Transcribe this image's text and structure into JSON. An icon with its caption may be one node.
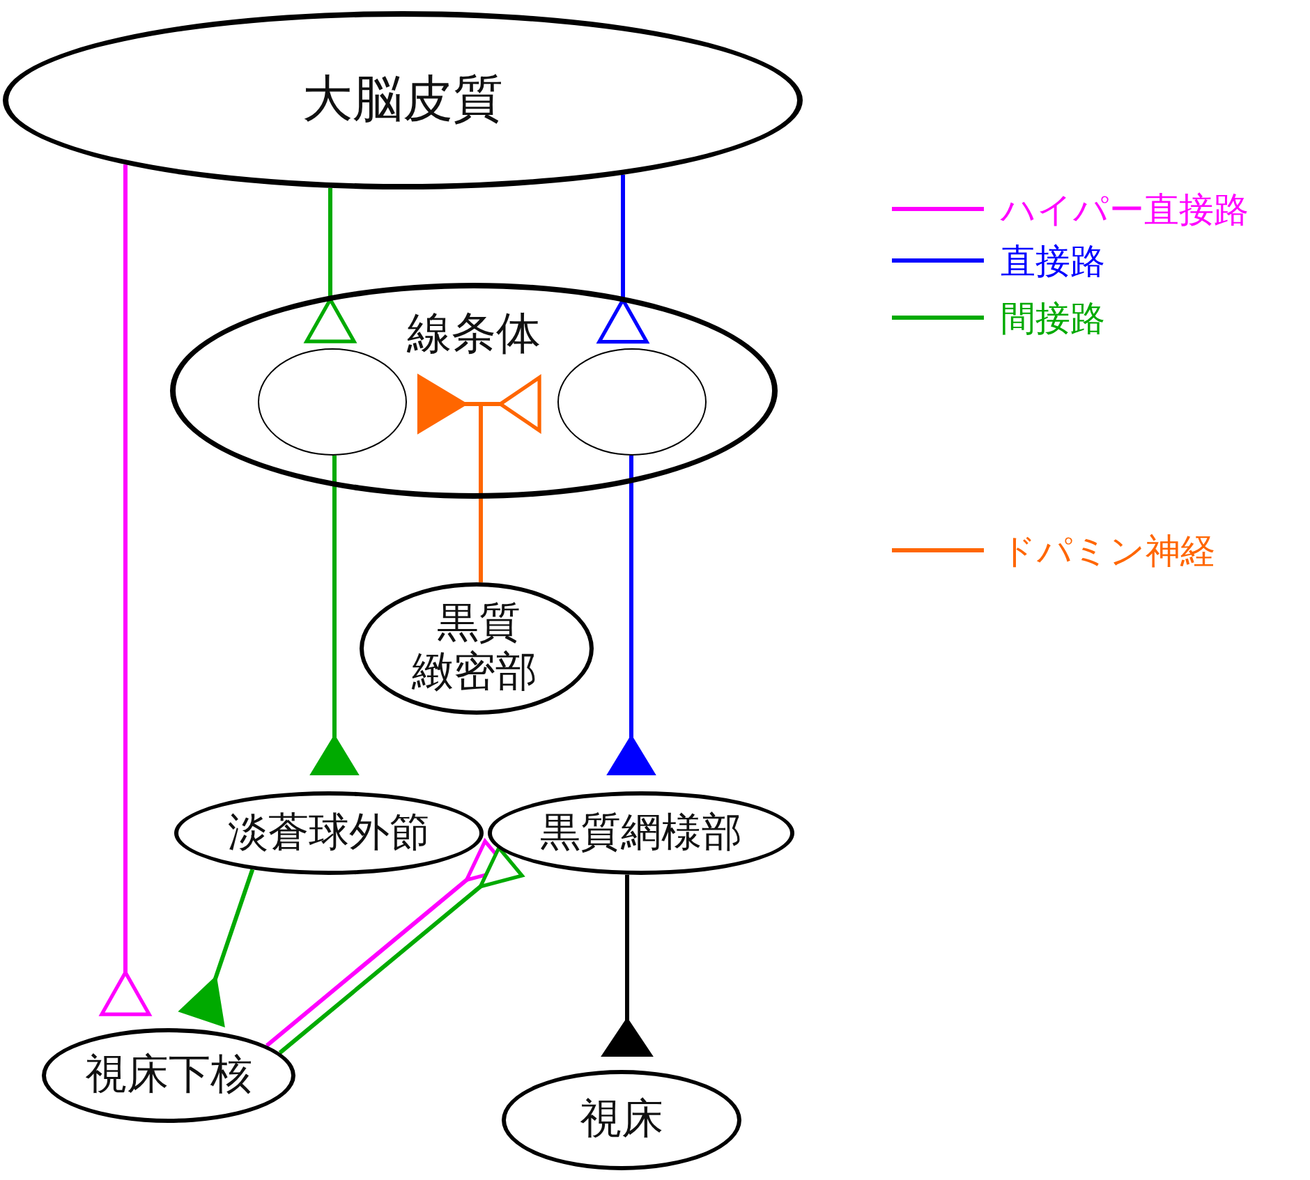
{
  "diagram": {
    "nodes": [
      {
        "text": [
          "大脳皮質"
        ]
      },
      {
        "text": [
          "線条体"
        ]
      },
      {
        "text": [],
        "shape": "circle",
        "in": 1
      },
      {
        "text": [],
        "shape": "circle",
        "in": 1
      },
      {
        "text": [
          "黒質緻密部"
        ]
      },
      {
        "text": [
          "淡蒼球外節"
        ]
      },
      {
        "text": [
          "黒質網様部"
        ]
      },
      {
        "text": [
          "視床下核"
        ]
      },
      {
        "text": [
          "視床"
        ]
      }
    ],
    "edges": [
      {
        "from": 0,
        "to": 2,
        "arrow": "other",
        "color": "#00aa00"
      },
      {
        "from": 0,
        "to": 3,
        "arrow": "other",
        "color": "#0000ff"
      },
      {
        "from": 0,
        "to": 7,
        "arrow": "other",
        "color": "#ff00ff"
      },
      {
        "from": 2,
        "to": 5,
        "arrow": "other",
        "color": "#00aa00"
      },
      {
        "from": 3,
        "to": 6,
        "arrow": "other",
        "color": "#0000ff"
      },
      {
        "from": 4,
        "to": 2,
        "arrow": "other",
        "color": "#ff6600"
      },
      {
        "from": 4,
        "to": 3,
        "arrow": "other",
        "color": "#ff6600"
      },
      {
        "from": 5,
        "to": 7,
        "arrow": "other",
        "color": "#00aa00"
      },
      {
        "from": 7,
        "to": 6,
        "arrow": "other",
        "color": "#ff00ff"
      },
      {
        "from": 7,
        "to": 6,
        "arrow": "other",
        "color": "#00aa00"
      },
      {
        "from": 6,
        "to": 8,
        "arrow": "other",
        "color": "#000000"
      }
    ],
    "legend": [
      {
        "text": "ハイパー直接路",
        "color": "#ff00ff"
      },
      {
        "text": "直接路",
        "color": "#0000ff"
      },
      {
        "text": "間接路",
        "color": "#00aa00"
      },
      {
        "text": "ドパミン神経",
        "color": "#ff6600"
      }
    ]
  }
}
